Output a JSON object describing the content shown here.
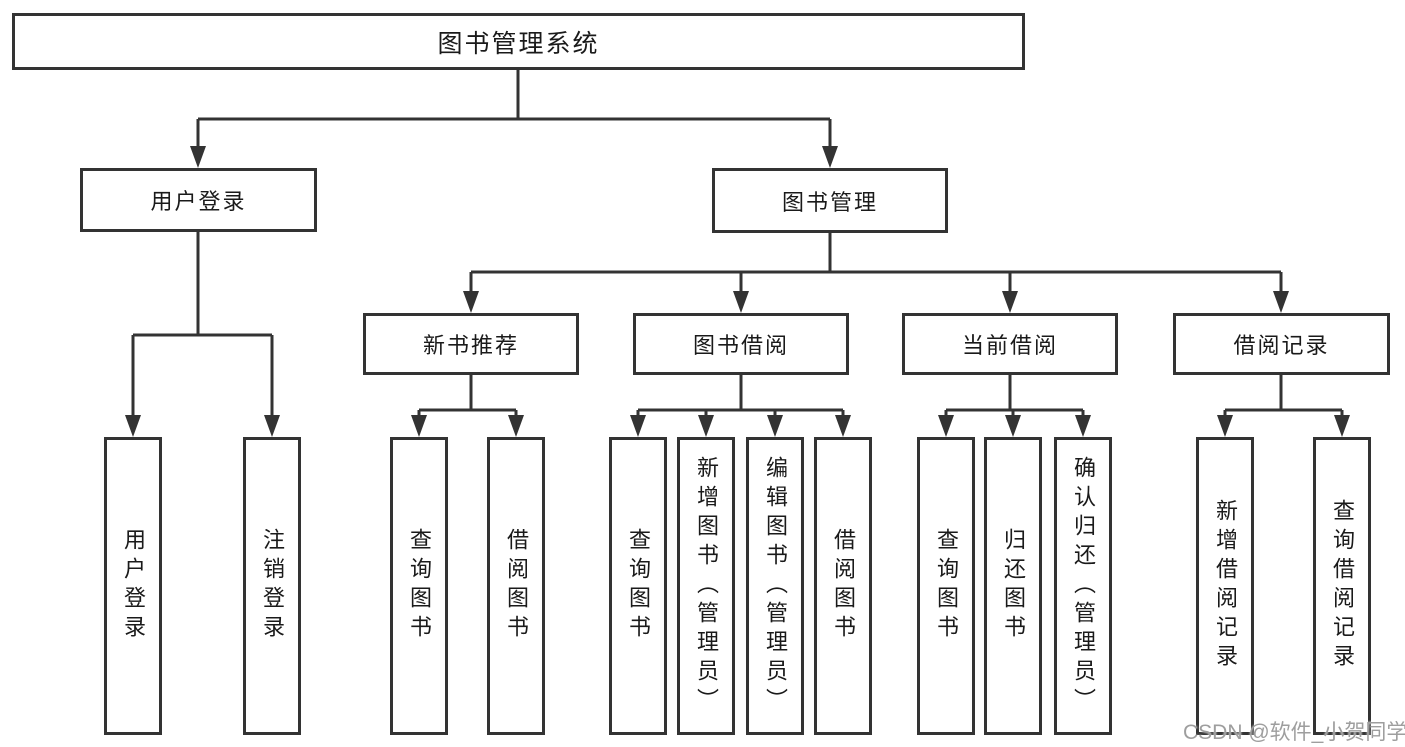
{
  "colors": {
    "line": "#333333",
    "box_border": "#333333",
    "box_fill": "#ffffff",
    "text": "#1a1a1a",
    "watermark": "#9e9e9e",
    "background": "#ffffff"
  },
  "watermark": "CSDN @软件_小贺同学",
  "tree": {
    "root": {
      "label": "图书管理系统"
    },
    "level2": [
      {
        "key": "user-login",
        "label": "用户登录"
      },
      {
        "key": "book-management",
        "label": "图书管理"
      }
    ],
    "level3": [
      {
        "key": "new-book-recommend",
        "label": "新书推荐"
      },
      {
        "key": "book-borrow",
        "label": "图书借阅"
      },
      {
        "key": "current-borrow",
        "label": "当前借阅"
      },
      {
        "key": "borrow-records",
        "label": "借阅记录"
      }
    ],
    "leaves": [
      {
        "key": "user-login-leaf",
        "label": "用户登录"
      },
      {
        "key": "logout",
        "label": "注销登录"
      },
      {
        "key": "query-books-recommend",
        "label": "查询图书"
      },
      {
        "key": "borrow-books-recommend",
        "label": "借阅图书"
      },
      {
        "key": "query-books-borrow",
        "label": "查询图书"
      },
      {
        "key": "add-books-admin",
        "label": "新增图书（管理员）"
      },
      {
        "key": "edit-books-admin",
        "label": "编辑图书（管理员）"
      },
      {
        "key": "borrow-books-borrow",
        "label": "借阅图书"
      },
      {
        "key": "query-books-current",
        "label": "查询图书"
      },
      {
        "key": "return-books",
        "label": "归还图书"
      },
      {
        "key": "confirm-return-admin",
        "label": "确认归还（管理员）"
      },
      {
        "key": "add-borrow-record",
        "label": "新增借阅记录"
      },
      {
        "key": "query-borrow-record",
        "label": "查询借阅记录"
      }
    ]
  }
}
